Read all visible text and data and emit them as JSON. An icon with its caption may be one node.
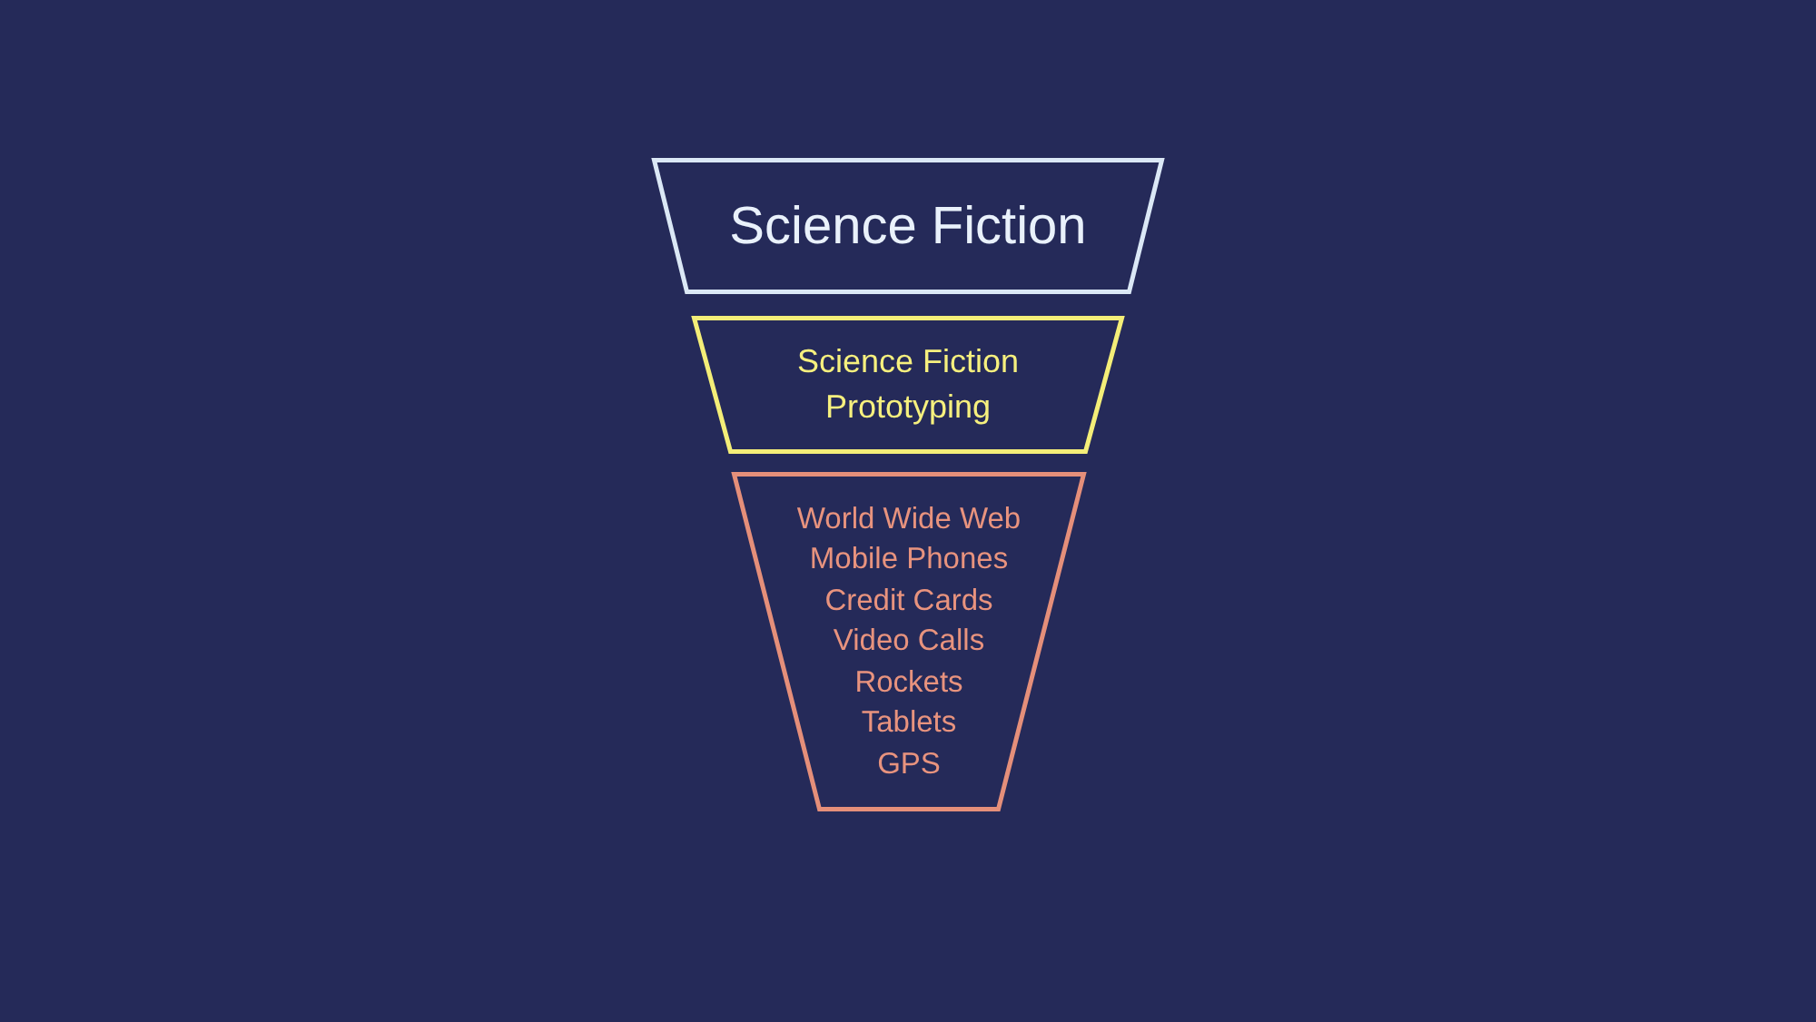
{
  "diagram": {
    "nodes": [
      {
        "text": [
          "Science Fiction"
        ]
      },
      {
        "text": [
          "Science Fiction Prototyping"
        ]
      },
      {
        "text": [
          "World Wide Web",
          "Mobile Phones",
          "Credit Cards",
          "Video Calls",
          "Rockets",
          "Tablets",
          "GPS"
        ]
      }
    ]
  }
}
